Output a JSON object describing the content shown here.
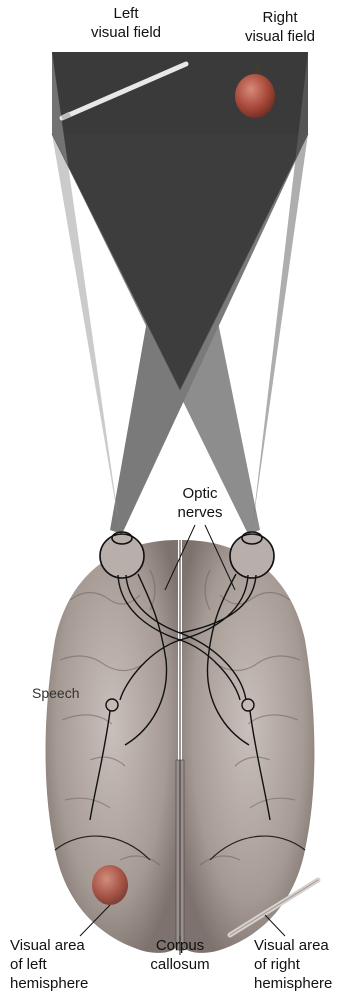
{
  "labels": {
    "left_field": [
      "Left",
      "visual field"
    ],
    "right_field": [
      "Right",
      "visual field"
    ],
    "optic_nerves": [
      "Optic",
      "nerves"
    ],
    "speech": "Speech",
    "visual_area_left": [
      "Visual area",
      "of left",
      "hemisphere"
    ],
    "corpus_callosum": [
      "Corpus",
      "callosum"
    ],
    "visual_area_right": [
      "Visual area",
      "of right",
      "hemisphere"
    ]
  },
  "objects": {
    "left_field_object": "pencil",
    "right_field_object": "apple",
    "left_hemisphere_image": "apple",
    "right_hemisphere_image": "pencil"
  },
  "colors": {
    "field_panel": "#3a3a3a",
    "light_cone": "#8a8a8a",
    "brain": "#a89c96",
    "apple": "#b04a3a"
  }
}
